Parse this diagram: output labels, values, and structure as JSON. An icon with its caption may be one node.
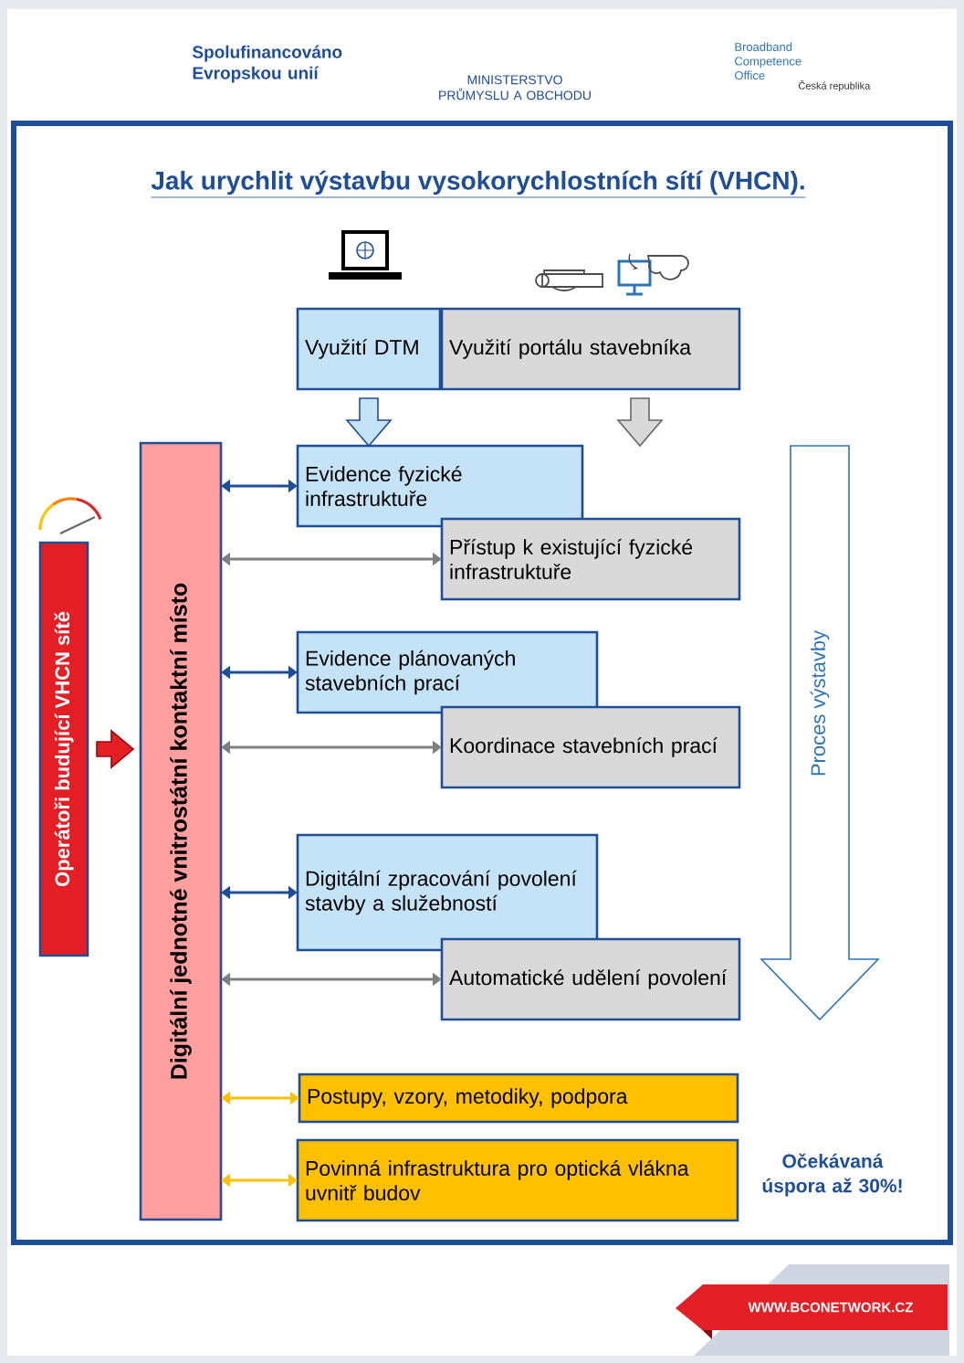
{
  "diagram": {
    "title": "Jak urychlit výstavbu vysokorychlostních sítí (VHCN).",
    "nodes": [
      {
        "text": [
          "Operátoři budující VHCN sítě"
        ]
      },
      {
        "text": [
          "Digitální jednotné vnitrostátní kontaktní místo"
        ]
      },
      {
        "text": [
          "Využití DTM"
        ]
      },
      {
        "text": [
          "Využití portálu stavebníka"
        ]
      },
      {
        "text": [
          "Evidence fyzické infrastruktuře"
        ]
      },
      {
        "text": [
          "Přístup k existující fyzické infrastruktuře"
        ]
      },
      {
        "text": [
          "Evidence plánovaných stavebních prací"
        ]
      },
      {
        "text": [
          "Koordinace stavebních prací"
        ]
      },
      {
        "text": [
          "Digitální zpracování povolení stavby a služebností"
        ]
      },
      {
        "text": [
          "Automatické udělení povolení"
        ]
      },
      {
        "text": [
          "Postupy, vzory, metodiky, podpora"
        ]
      },
      {
        "text": [
          "Povinná infrastruktura pro optická vlákna uvnitř budov"
        ]
      },
      {
        "text": [
          "Proces výstavby"
        ]
      }
    ],
    "edges": [
      {
        "from": 0,
        "to": 1,
        "arrow": "to",
        "style": "thick",
        "color": "#e31e24"
      },
      {
        "from": 2,
        "to": 4,
        "arrow": "to",
        "style": "thick",
        "color": "#c5e3f6"
      },
      {
        "from": 3,
        "to": 5,
        "arrow": "to",
        "style": "thick",
        "color": "#d9d9d9"
      },
      {
        "from": 1,
        "to": 4,
        "arrow": "both"
      },
      {
        "from": 1,
        "to": 5,
        "arrow": "both",
        "color": "#7f7f7f"
      },
      {
        "from": 1,
        "to": 6,
        "arrow": "both"
      },
      {
        "from": 1,
        "to": 7,
        "arrow": "both",
        "color": "#7f7f7f"
      },
      {
        "from": 1,
        "to": 8,
        "arrow": "both"
      },
      {
        "from": 1,
        "to": 9,
        "arrow": "both",
        "color": "#7f7f7f"
      },
      {
        "from": 1,
        "to": 10,
        "arrow": "both",
        "color": "#ffc000"
      },
      {
        "from": 1,
        "to": 11,
        "arrow": "both",
        "color": "#ffc000"
      }
    ],
    "labels": [
      "Spolufinancováno Evropskou unií",
      "MINISTERSTVO PRŮMYSLU A OBCHODU",
      "Broadband Competence Office",
      "Česká republika",
      "Očekávaná úspora až 30%!",
      "WWW.BCONETWORK.CZ"
    ]
  }
}
